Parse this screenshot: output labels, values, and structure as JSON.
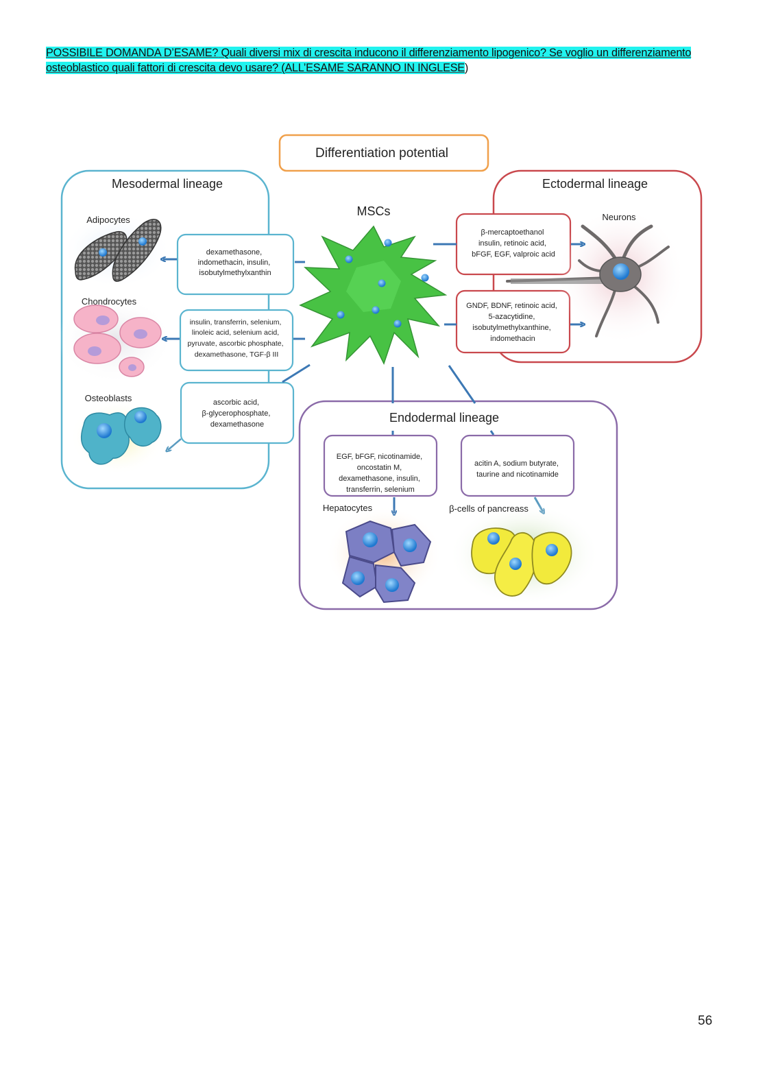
{
  "question": {
    "part1": "POSSIBILE DOMANDA D’ESAME?",
    "part2": " Quali diversi mix di crescita inducono il differenziamento lipogenico? Se voglio un differenziamento osteoblastico quali fattori di crescita devo usare? (ALL’ESAME SARANNO IN INGLESE",
    "part3": ")"
  },
  "diagram": {
    "title": "Differentiation potential",
    "center": "MSCs",
    "mesodermal": {
      "title": "Mesodermal lineage",
      "adipocytes": "Adipocytes",
      "chondrocytes": "Chondrocytes",
      "osteoblasts": "Osteoblasts",
      "adipo_factors": [
        "dexamethasone,",
        "indomethacin, insulin,",
        "isobutylmethylxanthin"
      ],
      "chondro_factors": [
        "insulin, transferrin, selenium,",
        "linoleic acid, selenium acid,",
        "pyruvate, ascorbic phosphate,",
        "dexamethasone, TGF-β III"
      ],
      "osteo_factors": [
        "ascorbic acid,",
        "β-glycerophosphate,",
        "dexamethasone"
      ]
    },
    "ectodermal": {
      "title": "Ectodermal lineage",
      "neurons": "Neurons",
      "factors1": [
        "β-mercaptoethanol",
        "insulin, retinoic acid,",
        "bFGF, EGF, valproic acid"
      ],
      "factors2": [
        "GNDF, BDNF, retinoic acid,",
        "5-azacytidine,",
        "isobutylmethylxanthine,",
        "indomethacin"
      ]
    },
    "endodermal": {
      "title": "Endodermal lineage",
      "hepatocytes": "Hepatocytes",
      "beta_cells": "β-cells of pancreass",
      "hepato_factors": [
        "EGF, bFGF, nicotinamide,",
        "oncostatin M,",
        "dexamethasone, insulin,",
        "transferrin, selenium"
      ],
      "beta_factors": [
        "acitin A, sodium butyrate,",
        "taurine and nicotinamide"
      ]
    },
    "colors": {
      "mesodermal": "#5ab4cf",
      "ectodermal": "#c9484d",
      "endodermal": "#8a6aa8",
      "title_box": "#f0a04b",
      "arrow": "#3c78b4",
      "msc": "#3fbf3a"
    }
  },
  "page_number": "56"
}
